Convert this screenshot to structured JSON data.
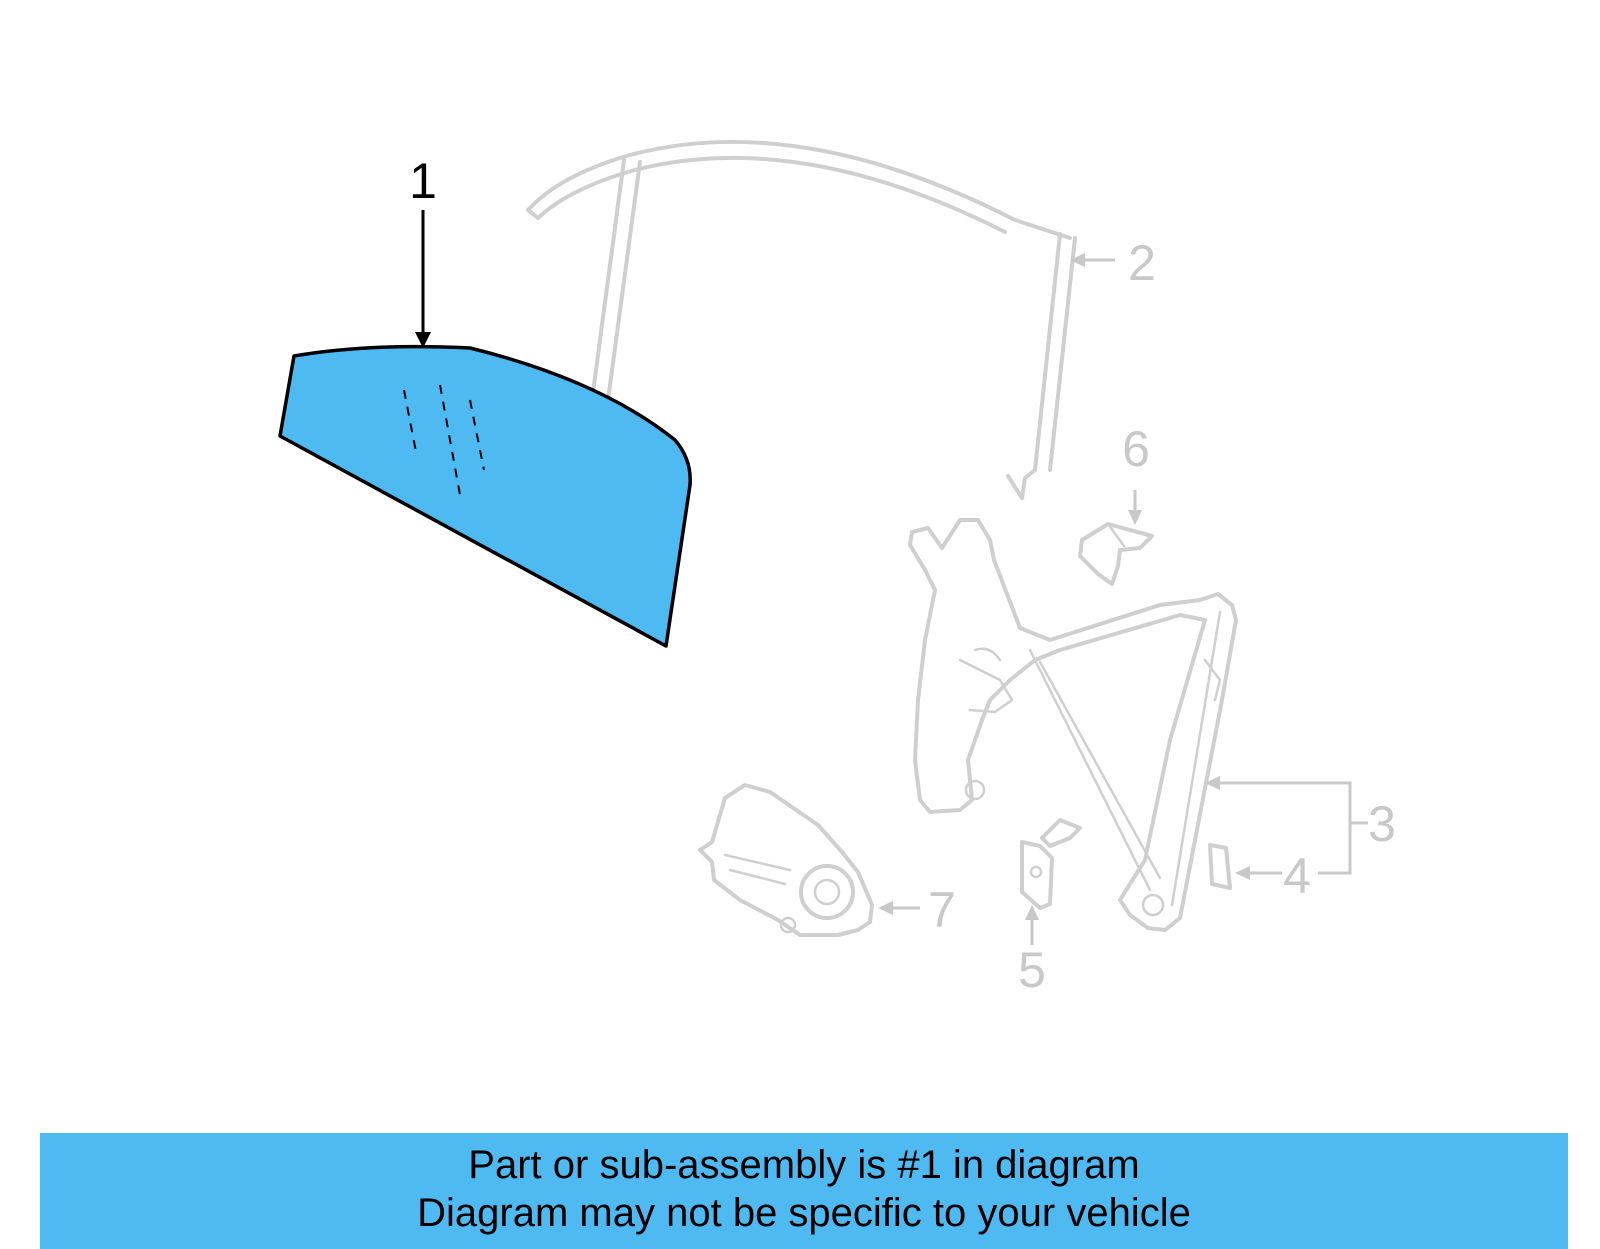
{
  "colors": {
    "highlight": "#4fbaf2",
    "ghost_stroke": "#cfcfcf",
    "ghost_label": "#c8c8c8",
    "active": "#000000"
  },
  "callouts": {
    "part_1": "1",
    "part_2": "2",
    "part_3": "3",
    "part_4": "4",
    "part_5": "5",
    "part_6": "6",
    "part_7": "7"
  },
  "banner": {
    "line1": "Part or sub-assembly is #1 in diagram",
    "line2": "Diagram may not be specific to your vehicle"
  }
}
